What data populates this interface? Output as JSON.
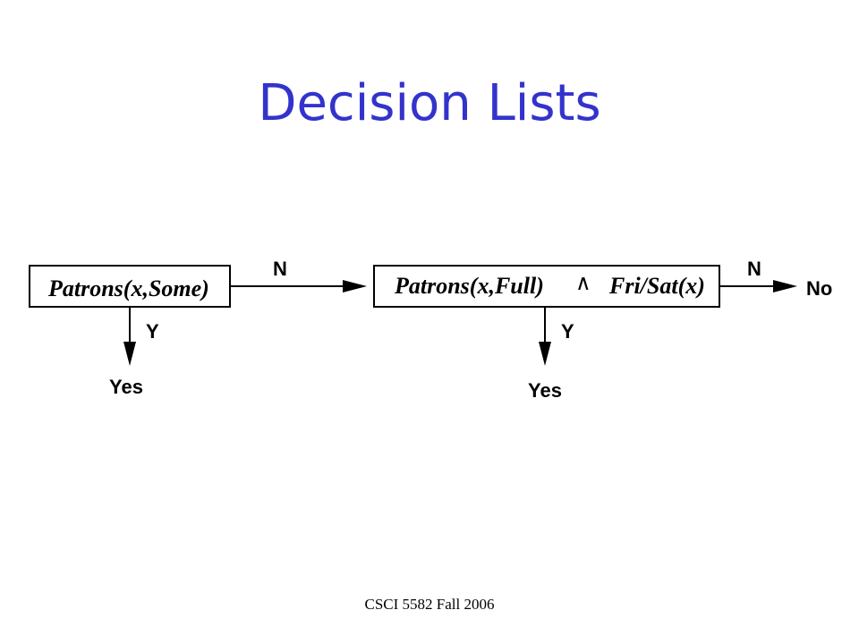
{
  "slide": {
    "title": "Decision Lists",
    "footer": "CSCI 5582 Fall 2006"
  },
  "diagram": {
    "node1": {
      "test": "Patrons(x,Some)",
      "no_label": "N",
      "yes_label": "Y",
      "yes_outcome": "Yes"
    },
    "node2": {
      "test_left": "Patrons(x,Full)",
      "operator": "∧",
      "test_right": "Fri/Sat(x)",
      "no_label": "N",
      "yes_label": "Y",
      "yes_outcome": "Yes"
    },
    "final_outcome": "No"
  },
  "colors": {
    "title": "#3333cc",
    "lines": "#000000"
  }
}
